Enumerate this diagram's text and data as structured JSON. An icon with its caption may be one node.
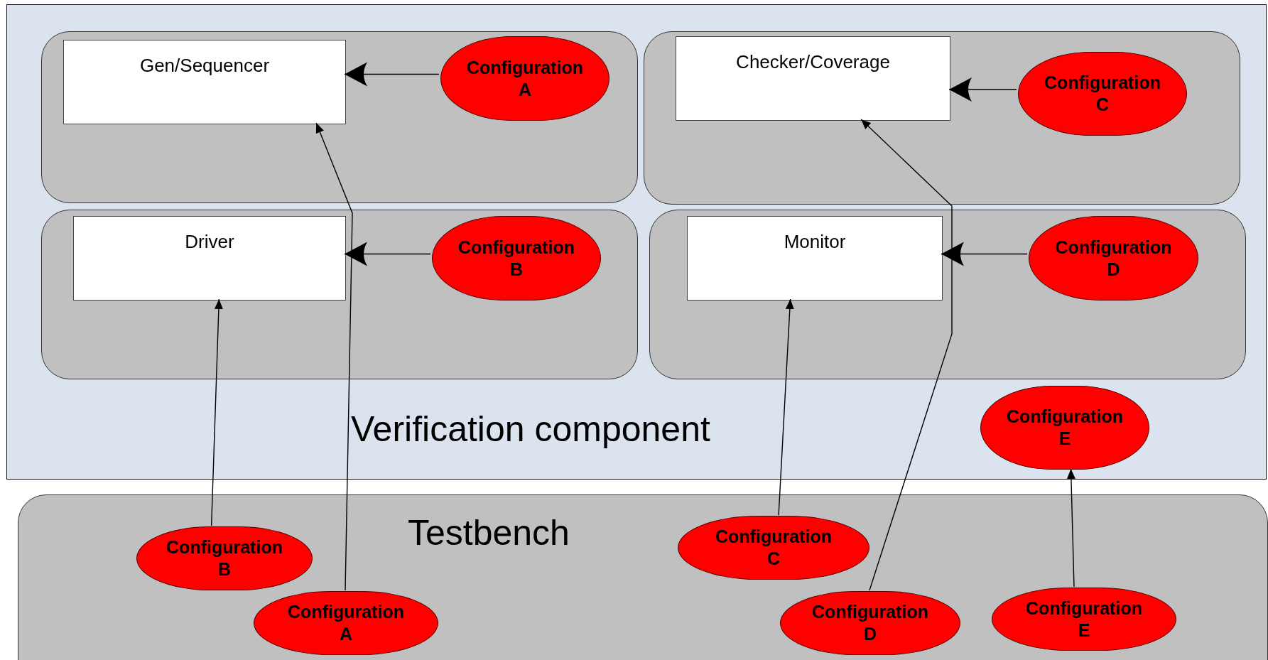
{
  "diagram": {
    "nodes": [
      {
        "text": [
          "Verification component"
        ]
      },
      {
        "text": [],
        "shape": "box",
        "in": 0
      },
      {
        "text": [
          "Gen/Sequencer"
        ],
        "in": 1
      },
      {
        "text": [
          "Configuration A"
        ],
        "in": 1
      },
      {
        "text": [],
        "shape": "box",
        "in": 0
      },
      {
        "text": [
          "Checker/Coverage"
        ],
        "in": 4
      },
      {
        "text": [
          "Configuration C"
        ],
        "in": 4
      },
      {
        "text": [],
        "shape": "box",
        "in": 0
      },
      {
        "text": [
          "Driver"
        ],
        "in": 7
      },
      {
        "text": [
          "Configuration B"
        ],
        "in": 7
      },
      {
        "text": [],
        "shape": "box",
        "in": 0
      },
      {
        "text": [
          "Monitor"
        ],
        "in": 10
      },
      {
        "text": [
          "Configuration D"
        ],
        "in": 10
      },
      {
        "text": [
          "Configuration E"
        ],
        "in": 0
      },
      {
        "text": [
          "Testbench"
        ]
      },
      {
        "text": [
          "Configuration B"
        ],
        "in": 14
      },
      {
        "text": [
          "Configuration A"
        ],
        "in": 14
      },
      {
        "text": [
          "Configuration C"
        ],
        "in": 14
      },
      {
        "text": [
          "Configuration D"
        ],
        "in": 14
      },
      {
        "text": [
          "Configuration E"
        ],
        "in": 14
      }
    ],
    "edges": [
      {
        "from": 3,
        "to": 2,
        "arrow": "to"
      },
      {
        "from": 6,
        "to": 5,
        "arrow": "to"
      },
      {
        "from": 9,
        "to": 8,
        "arrow": "to"
      },
      {
        "from": 12,
        "to": 11,
        "arrow": "to"
      },
      {
        "from": 15,
        "to": 8,
        "arrow": "to"
      },
      {
        "from": 16,
        "to": 2,
        "arrow": "to"
      },
      {
        "from": 17,
        "to": 11,
        "arrow": "to"
      },
      {
        "from": 18,
        "to": 5,
        "arrow": "to"
      },
      {
        "from": 19,
        "to": 13,
        "arrow": "to"
      }
    ]
  }
}
